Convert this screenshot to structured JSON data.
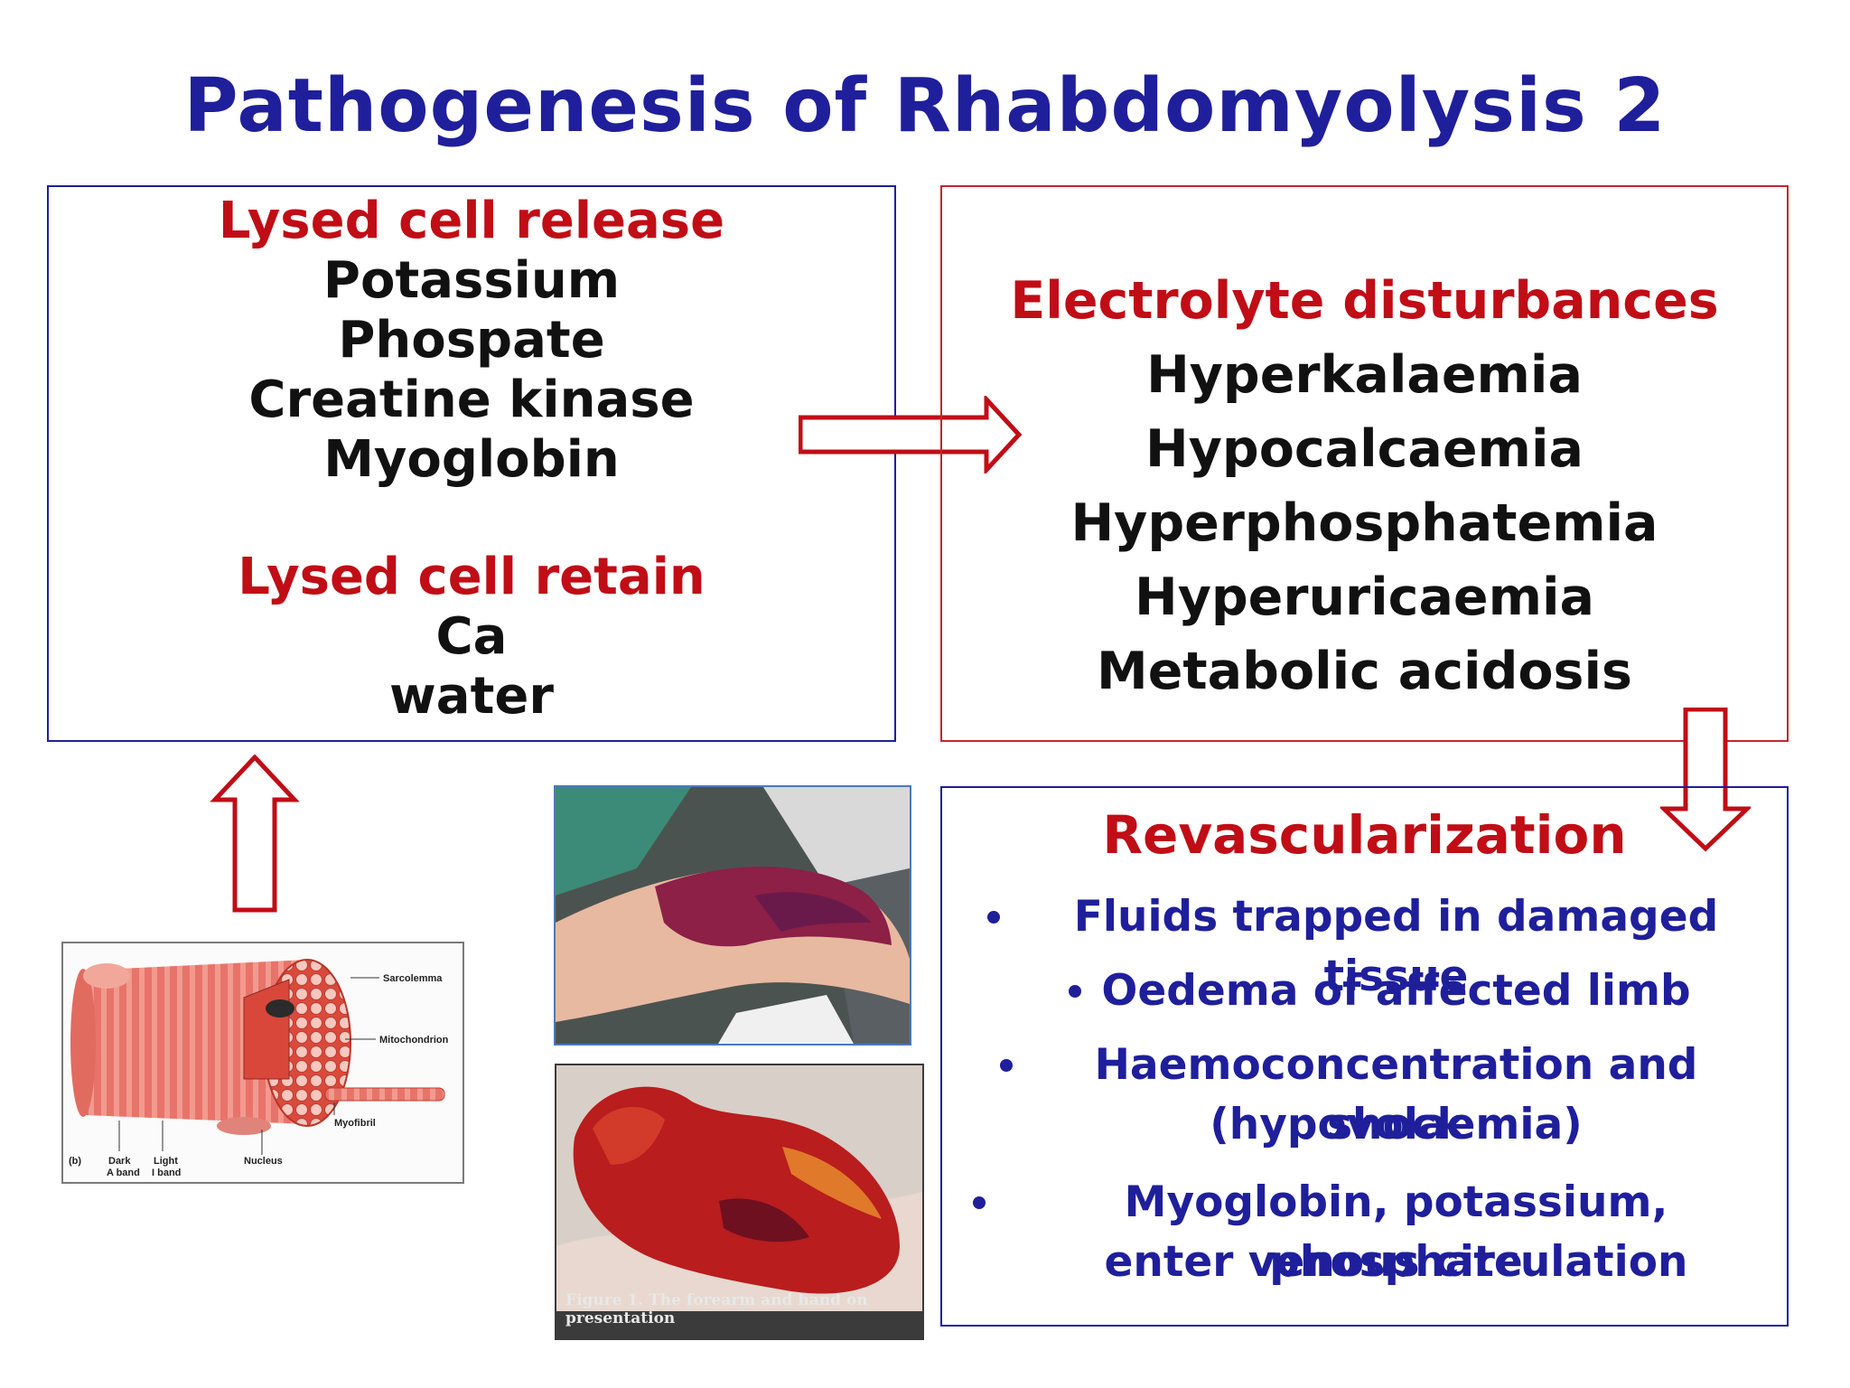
{
  "title": "Pathogenesis of Rhabdomyolysis 2",
  "release_box": {
    "heading_release": "Lysed cell release",
    "release_items": [
      "Potassium",
      "Phospate",
      "Creatine kinase",
      "Myoglobin"
    ],
    "heading_retain": "Lysed cell retain",
    "retain_items": [
      "Ca",
      "water"
    ]
  },
  "electrolyte_box": {
    "heading": "Electrolyte disturbances",
    "items": [
      "Hyperkalaemia",
      "Hypocalcaemia",
      "Hyperphosphatemia",
      "Hyperuricaemia",
      "Metabolic acidosis"
    ]
  },
  "revasc_box": {
    "heading": "Revascularization",
    "bullets": [
      "Fluids trapped in damaged tissue",
      "Oedema of affected limb",
      "Haemoconcentration and shock",
      "(hypovolaemia)",
      "Myoglobin, potassium, phosphate",
      "enter venous circulation"
    ]
  },
  "muscle_diagram": {
    "labels": {
      "sarcolemma": "Sarcolemma",
      "mitochondrion": "Mitochondrion",
      "myofibril": "Myofibril",
      "nucleus": "Nucleus",
      "panel": "(b)",
      "dark": "Dark",
      "a_band": "A band",
      "light": "Light",
      "i_band": "I band"
    }
  },
  "figure_caption": "Figure 1. The forearm and hand on presentation",
  "colors": {
    "title": "#1f1f9c",
    "heading_red": "#c00d16",
    "body_black": "#111111",
    "box_blue": "#1f1f9c",
    "box_red": "#c0282e",
    "arrow_red": "#c00d16"
  }
}
